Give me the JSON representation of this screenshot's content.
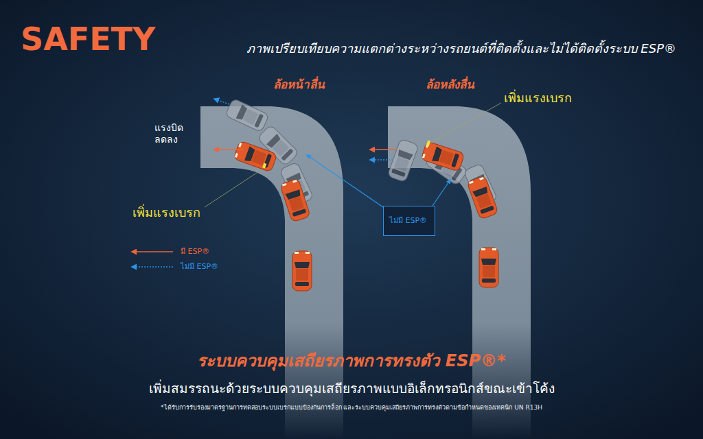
{
  "diagram": {
    "title": "SAFETY",
    "nodes": [
      {
        "text": [
          "ไม่มี ESP®"
        ]
      }
    ],
    "labels": [
      "ภาพเปรียบเทียบความแตกต่างระหว่างรถยนต์ที่ติดตั้งและไม่ได้ติดตั้งระบบ ESP®",
      "ล้อหน้าลื่น",
      "ล้อหลังลื่น",
      "เพิ่มแรงเบรก",
      "แรงบิด ลดลง",
      "เพิ่มแรงเบรก",
      "ระบบควบคุมเสถียรภาพการทรงตัว ESP®*",
      "เพิ่มสมรรถนะด้วยระบบควบคุมเสถียรภาพแบบอิเล็กทรอนิกส์ขณะเข้าโค้ง",
      "*ได้รับการรับรองมาตรฐานการทดสอบระบบเบรกแบบป้องกันการล็อก และระบบควบคุมเสถียรภาพการทรงตัวตามข้อกำหนดของเทคนิก UN R13H"
    ],
    "legend": [
      {
        "text": "มี ESP®"
      },
      {
        "text": "ไม่มี ESP®"
      }
    ]
  }
}
